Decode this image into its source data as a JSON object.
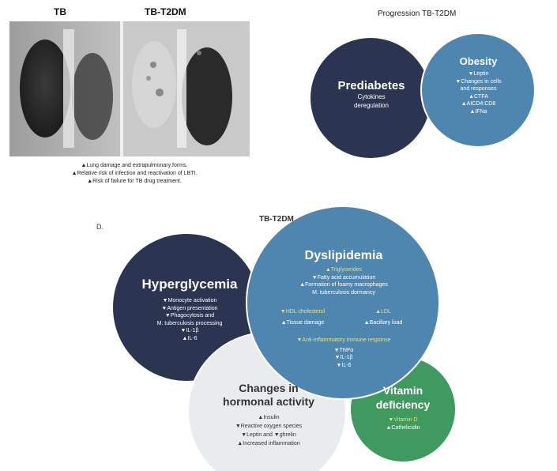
{
  "panel_a": {
    "label_tb": "TB",
    "label_tbt2dm": "TB-T2DM",
    "bullets": [
      "▲Lung damage and extrapulmonary forms.",
      "▲Relative risk of infection and reactivation of LBTI.",
      "▲Risk of failure for TB drug treatment."
    ]
  },
  "panel_b": {
    "title": "Progression TB-T2DM",
    "prediabetes": {
      "title": "Prediabetes",
      "lines": [
        "Cytokines",
        "deregulation"
      ]
    },
    "obesity": {
      "title": "Obesity",
      "lines": [
        "▼Leptin",
        "▼Changes in cells",
        "and responses",
        "▲CTFA",
        "▲AICD4:CD8",
        "▲IFNa"
      ]
    }
  },
  "panel_c": {
    "letter": "D.",
    "title": "TB-T2DM",
    "hyperglycemia": {
      "title": "Hyperglycemia",
      "lines": [
        "▼Monocyte activation",
        "▼Antigen presentation",
        "▼Phagocytosis and",
        "M. tuberculosis processing",
        "▼IL-1β",
        "▲IL-6"
      ]
    },
    "dyslipidemia": {
      "title": "Dyslipidemia",
      "lines_yellow_1": [
        "▲Triglycerides"
      ],
      "lines_1": [
        "▼Fatty acid accumulation",
        "▲Formation of foamy macrophages",
        "M. tuberculosis dormancy"
      ],
      "left_yellow": "▼HDL cholesterol",
      "left_white": "▲Tissue damage",
      "right_yellow": "▲LDL",
      "right_white": "▲Bacillary load",
      "mid_yellow": "▼Anti-inflammatory immune response",
      "mid_lines": [
        "▼TNFα",
        "▼IL-1β",
        "▼IL-6"
      ]
    },
    "hormonal": {
      "title_line1": "Changes in",
      "title_line2": "hormonal activity",
      "lines": [
        "▲Insulin",
        "▼Reactive oxygen species",
        "▼Leptin and ▼ghrelin",
        "▲Increased inflammation"
      ]
    },
    "vitamin": {
      "title_line1": "Vitamin",
      "title_line2": "deficiency",
      "yellow": "▼Vitamin D",
      "white": "▲Cathelicidin"
    }
  },
  "colors": {
    "navy": "#2b3552",
    "steel_blue": "#4f86b0",
    "green": "#3e9a5e",
    "light_gray": "#e9ecef",
    "yellow_text": "#e8e27a"
  }
}
